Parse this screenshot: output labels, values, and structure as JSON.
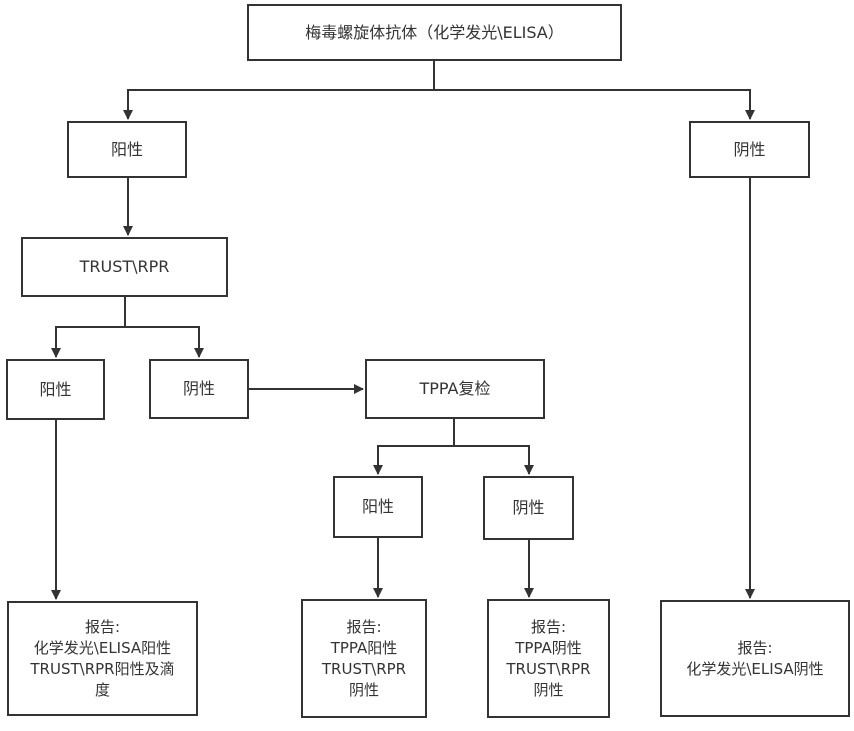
{
  "root": "梅毒螺旋体抗体（化学发光\\ELISA）",
  "screen_positive": "阳性",
  "screen_negative": "阴性",
  "rpr_test": "TRUST\\RPR",
  "rpr_positive": "阳性",
  "rpr_negative": "阴性",
  "tppa_recheck": "TPPA复检",
  "tppa_positive": "阳性",
  "tppa_negative": "阴性",
  "reports": {
    "rpr_positive": "报告:\n化学发光\\ELISA阳性\nTRUST\\RPR阳性及滴\n度",
    "tppa_positive": "报告:\nTPPA阳性\nTRUST\\RPR\n阴性",
    "tppa_negative": "报告:\nTPPA阴性\nTRUST\\RPR\n阴性",
    "screen_negative": "报告:\n化学发光\\ELISA阴性"
  },
  "colors": {
    "line": "#333333",
    "box_border": "#333333",
    "text": "#333333"
  }
}
